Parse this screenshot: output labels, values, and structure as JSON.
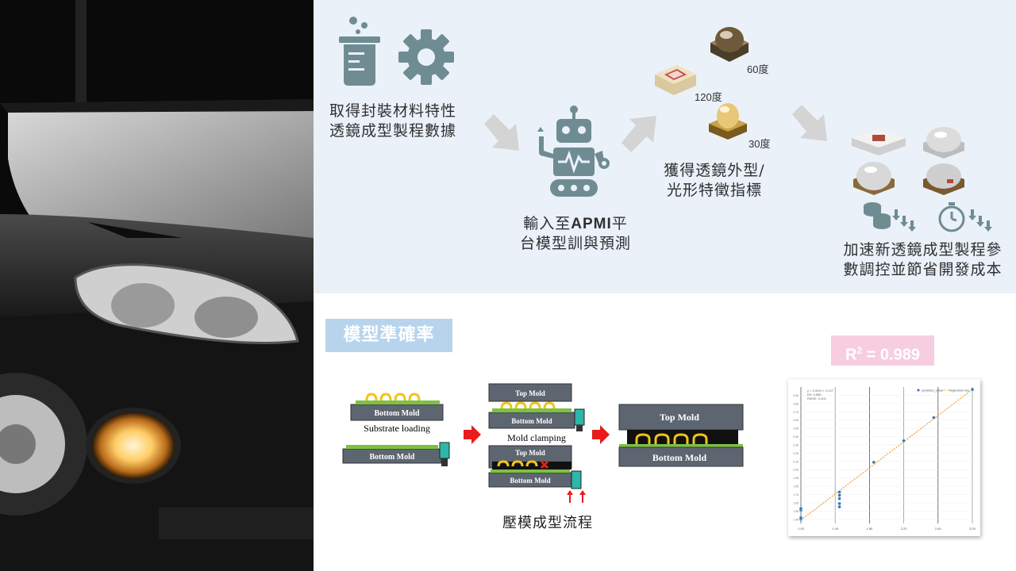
{
  "colors": {
    "banner_bg": "#eaf1f9",
    "icon_gray": "#6f8c92",
    "arrow_gray": "#d4d4d4",
    "title_bg": "#b7d4ec",
    "r2_bg": "#f7cde0",
    "mold_dark": "#5d6670",
    "substrate_green": "#7dc142",
    "gold": "#f0c419"
  },
  "icons": {
    "step1": [
      "beaker-icon",
      "gear-icon"
    ],
    "step2": "robot-icon",
    "step4": [
      "coins-down-icon",
      "stopwatch-down-icon"
    ]
  },
  "flow": {
    "step1": {
      "line1": "取得封裝材料特性",
      "line2": "透鏡成型製程數據"
    },
    "step2": {
      "line1_pre": "輸入至",
      "line1_bold": "APMI",
      "line1_post": "平",
      "line2": "台模型訓與預測"
    },
    "step3": {
      "deg_60": "60度",
      "deg_120": "120度",
      "deg_30": "30度",
      "line1": "獲得透鏡外型/",
      "line2": "光形特徵指標"
    },
    "step4": {
      "line1": "加速新透鏡成型製程參",
      "line2": "數調控並節省開發成本"
    }
  },
  "accuracy": {
    "title": "模型準確率",
    "r2_label": "R",
    "r2_sup": "2",
    "r2_value": " = 0.989"
  },
  "molding": {
    "top_mold": "Top Mold",
    "bottom_mold": "Bottom Mold",
    "substrate_loading": "Substrate loading",
    "mold_clamping": "Mold clamping",
    "caption": "壓模成型流程"
  },
  "chart_data": {
    "type": "scatter",
    "title": "",
    "xlabel": "",
    "ylabel": "",
    "xlim": [
      1.0,
      3.0
    ],
    "ylim": [
      1.4,
      3.05
    ],
    "grid": true,
    "legend_position": "top-right",
    "legend": [
      "predicted_value",
      "Regression line"
    ],
    "annotations": [
      "y = 0.992x + 0.017",
      "R2: 0.989",
      "RMSE: 0.002"
    ],
    "x_ticks": [
      "1.00",
      "1.40",
      "1.80",
      "2.20",
      "2.60",
      "3.00"
    ],
    "series": [
      {
        "name": "predicted_value",
        "x": [
          1.0,
          1.0,
          1.0,
          1.0,
          1.45,
          1.45,
          1.45,
          1.45,
          1.45,
          1.85,
          2.2,
          2.55,
          3.0
        ],
        "y": [
          1.45,
          1.47,
          1.56,
          1.58,
          1.78,
          1.74,
          1.7,
          1.64,
          1.6,
          2.14,
          2.4,
          2.68,
          3.02
        ]
      },
      {
        "name": "Regression line",
        "x": [
          1.0,
          3.0
        ],
        "y": [
          1.44,
          3.02
        ]
      }
    ]
  }
}
